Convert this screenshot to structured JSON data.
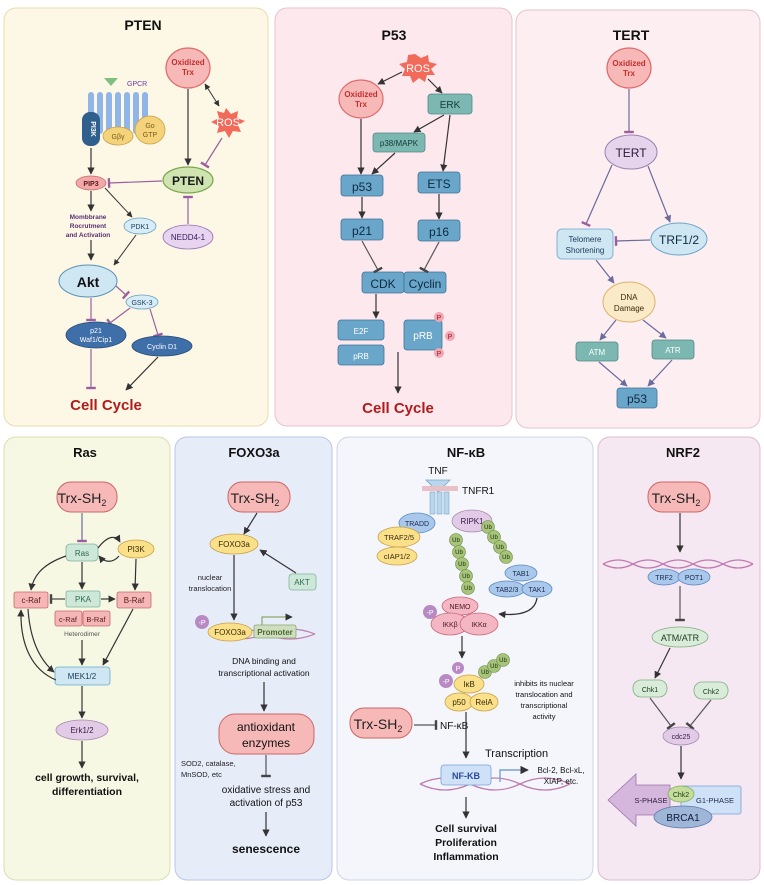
{
  "pten": {
    "title": "PTEN",
    "gpcr": "GPCR",
    "pi3k": "PI3K",
    "gbg": "Gβγ",
    "go": "Go",
    "gtp": "GTP",
    "oxidized_trx_1": "Oxidized",
    "oxidized_trx_2": "Trx",
    "ros": "ROS",
    "pip3": "PIP3",
    "pten_node": "PTEN",
    "membrane_1": "Mombbrane",
    "membrane_2": "Rocrutment",
    "membrane_3": "and Activation",
    "pdk1": "PDK1",
    "nedd4": "NEDD4-1",
    "akt": "Akt",
    "gsk3": "GSK-3",
    "p21_1": "p21",
    "p21_2": "Waf1/Cip1",
    "cyclin_d1": "Cyclin D1",
    "cell_cycle": "Cell Cycle"
  },
  "p53": {
    "title": "P53",
    "ros": "ROS",
    "oxidized_trx_1": "Oxidized",
    "oxidized_trx_2": "Trx",
    "erk": "ERK",
    "p38": "p38/MAPK",
    "p53_node": "p53",
    "ets": "ETS",
    "p21": "p21",
    "p16": "p16",
    "cdk": "CDK",
    "cyclin": "Cyclin",
    "e2f": "E2F",
    "prb_1": "pRB",
    "prb_2": "pRB",
    "p_label": "P",
    "cell_cycle": "Cell Cycle"
  },
  "tert": {
    "title": "TERT",
    "oxidized_trx_1": "Oxidized",
    "oxidized_trx_2": "Trx",
    "tert_node": "TERT",
    "telomere_1": "Telomere",
    "telomere_2": "Shortening",
    "trf": "TRF1/2",
    "dna_1": "DNA",
    "dna_2": "Damage",
    "atm": "ATM",
    "atr": "ATR",
    "p53": "p53"
  },
  "ras": {
    "title": "Ras",
    "trx_sh": "Trx-SH",
    "trx_sub": "2",
    "ras_node": "Ras",
    "pi3k": "PI3K",
    "craf": "c-Raf",
    "pka": "PKA",
    "braf": "B-Raf",
    "craf2": "c-Raf",
    "braf2": "B-Raf",
    "heterodimer": "Heterodimer",
    "mek": "MEK1/2",
    "erk": "Erk1/2",
    "outcome_1": "cell growth, survival,",
    "outcome_2": "differentiation"
  },
  "foxo3a": {
    "title": "FOXO3a",
    "trx_sh": "Trx-SH",
    "trx_sub": "2",
    "foxo3a_node": "FOXO3a",
    "akt": "AKT",
    "nuclear_1": "nuclear",
    "nuclear_2": "translocation",
    "phospho": "-P",
    "foxo3a_node2": "FOXO3a",
    "promoter": "Promoter",
    "dna_binding_1": "DNA binding and",
    "dna_binding_2": "transcriptional activation",
    "antioxidant_1": "antioxidant",
    "antioxidant_2": "enzymes",
    "sod_1": "SOD2, catalase,",
    "sod_2": "MnSOD, etc",
    "stress_1": "oxidative stress and",
    "stress_2": "activation of p53",
    "senescence": "senescence"
  },
  "nfkb": {
    "title": "NF-κB",
    "tnf": "TNF",
    "tnfr1": "TNFR1",
    "tradd": "TRADD",
    "ripk1": "RIPK1",
    "traf": "TRAF2/5",
    "ciap": "cIAP1/2",
    "ub": "Ub",
    "tab1": "TAB1",
    "tab23": "TAB2/3",
    "tak1": "TAK1",
    "phospho": "-P",
    "nemo": "NEMO",
    "ikkb": "IKKβ",
    "ikka": "IKKα",
    "p_label": "P",
    "ikb": "IκB",
    "p50": "p50",
    "rela": "RelA",
    "inhibits_1": "inhibits its nuclear",
    "inhibits_2": "translocation and",
    "inhibits_3": "transcriptional",
    "inhibits_4": "activity",
    "trx_sh": "Trx-SH",
    "trx_sub": "2",
    "nfkb_label": "NF-κB",
    "transcription": "Transcription",
    "nfkb_dna": "NF-KB",
    "targets_1": "Bcl-2, Bcl-xL,",
    "targets_2": "XIAP, etc.",
    "outcome_1": "Cell survival",
    "outcome_2": "Proliferation",
    "outcome_3": "Inflammation"
  },
  "nrf2": {
    "title": "NRF2",
    "trx_sh": "Trx-SH",
    "trx_sub": "2",
    "trf2": "TRF2",
    "pot1": "POT1",
    "atm_atr": "ATM/ATR",
    "chk1": "Chk1",
    "chk2": "Chk2",
    "cdc25": "cdc25",
    "s_phase": "S-PHASE",
    "chk2_2": "Chk2",
    "g1_phase": "G1-PHASE",
    "brca1": "BRCA1"
  },
  "colors": {
    "pten_panel": "#fdf8e6",
    "p53_panel": "#fde8ee",
    "tert_panel": "#fdeef1",
    "ras_panel": "#f6f8e4",
    "foxo_panel": "#e7ecf9",
    "nfkb_panel": "#f4f6fc",
    "nrf2_panel": "#f6e8f2",
    "ros": "#f26a5a",
    "oxidized_trx": "#f7b8b8",
    "cell_cycle_red": "#b01c1c"
  }
}
